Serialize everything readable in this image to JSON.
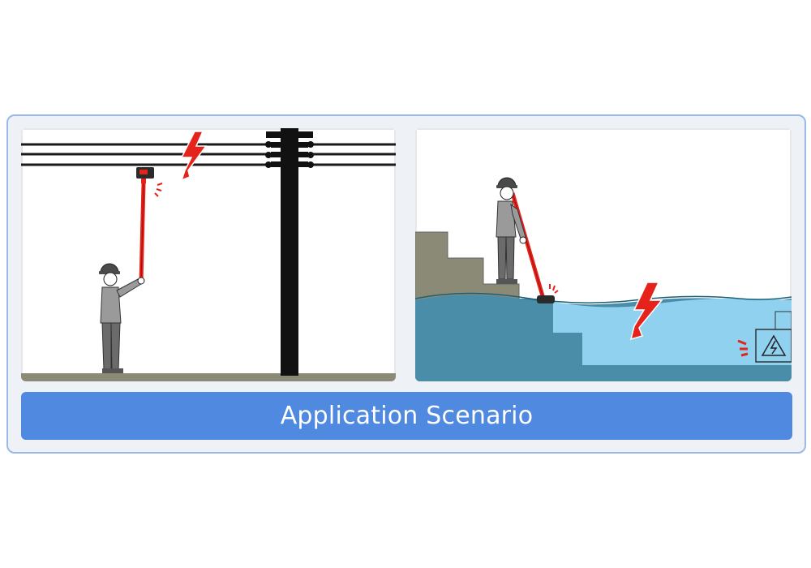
{
  "caption": {
    "title": "Application Scenario"
  },
  "colors": {
    "frame_border": "#9ab9e6",
    "caption_bar": "#4f8ae0",
    "lightning": "#e5231b",
    "pole": "#111111",
    "water_dark": "#4a8da8",
    "water_light": "#8fd1ef",
    "steps": "#8b8a76"
  },
  "panels": [
    {
      "scene": "overhead-power-line-test",
      "icons": [
        "lightning-bolt-icon",
        "detector-pole-icon",
        "utility-pole-icon"
      ]
    },
    {
      "scene": "flooded-area-leakage-test",
      "icons": [
        "lightning-bolt-icon",
        "detector-pole-icon",
        "high-voltage-box-icon"
      ]
    }
  ]
}
